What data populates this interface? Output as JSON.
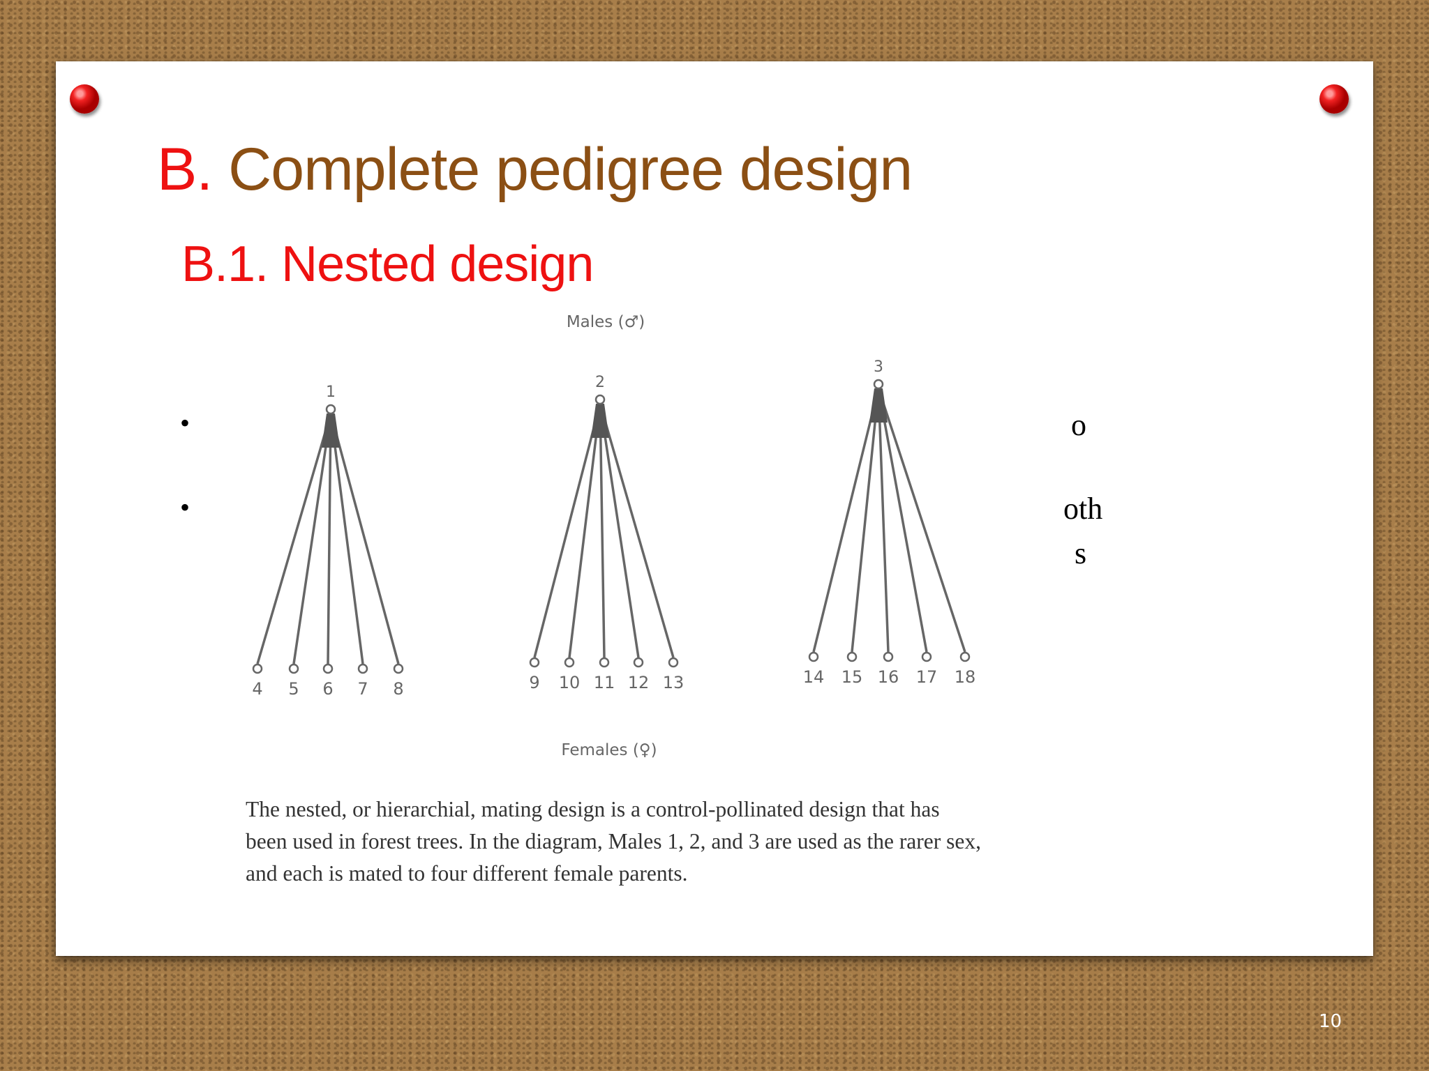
{
  "slide": {
    "title_prefix": "B.",
    "title_main": " Complete pedigree design",
    "subtitle": "B.1. Nested design",
    "bullets": [
      "•",
      "•"
    ],
    "occluded_text": [
      "o",
      "oth",
      "s"
    ],
    "page_number": "10"
  },
  "diagram": {
    "males_label": "Males (♂)",
    "females_label": "Females (♀)",
    "groups": [
      {
        "male": "1",
        "females": [
          "4",
          "5",
          "6",
          "7",
          "8"
        ]
      },
      {
        "male": "2",
        "females": [
          "9",
          "10",
          "11",
          "12",
          "13"
        ]
      },
      {
        "male": "3",
        "females": [
          "14",
          "15",
          "16",
          "17",
          "18"
        ]
      }
    ],
    "caption": "The nested, or hierarchial, mating design is a control-pollinated design that has been used in forest trees. In the diagram, Males 1, 2, and 3 are used as the rarer sex, and each is mated to four different female parents."
  },
  "colors": {
    "title_prefix": "#ee1111",
    "title_main": "#8b4f14",
    "subtitle": "#ee1111",
    "pin": "#e01010",
    "board": "#a87e4a"
  }
}
